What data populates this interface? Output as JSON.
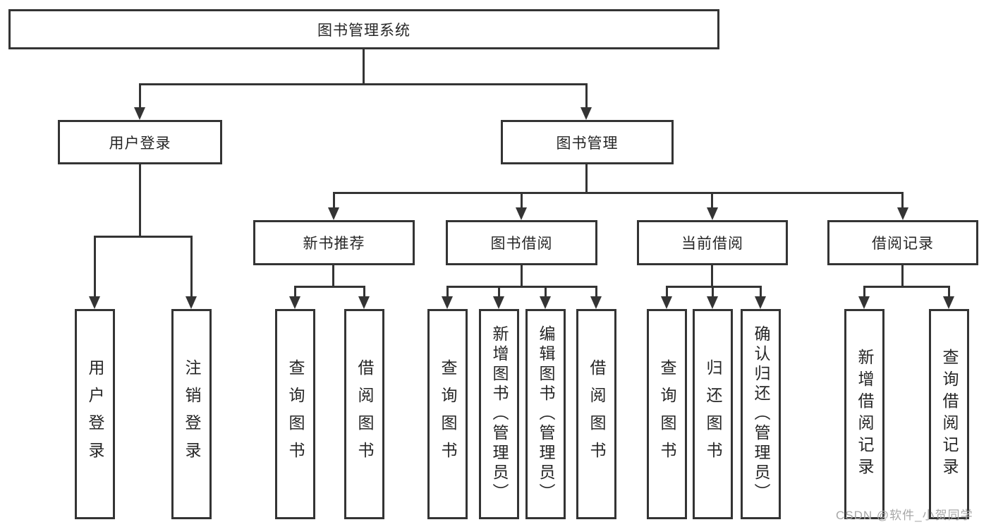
{
  "nodes": {
    "root": "图书管理系统",
    "level2": [
      "用户登录",
      "图书管理"
    ],
    "level3": [
      "新书推荐",
      "图书借阅",
      "当前借阅",
      "借阅记录"
    ],
    "leaves": {
      "login": [
        "用户登录",
        "注销登录"
      ],
      "recommend": [
        "查询图书",
        "借阅图书"
      ],
      "borrow": [
        "查询图书",
        "新增图书（管理员）",
        "编辑图书（管理员）",
        "借阅图书"
      ],
      "current": [
        "查询图书",
        "归还图书",
        "确认归还（管理员）"
      ],
      "records": [
        "新增借阅记录",
        "查询借阅记录"
      ]
    }
  },
  "watermark": {
    "text": "CSDN @软件_小贺同学"
  },
  "colors": {
    "line": "#343434",
    "box_border": "#343434",
    "text": "#262626",
    "watermark": "#a8a8a8",
    "background": "#ffffff"
  }
}
